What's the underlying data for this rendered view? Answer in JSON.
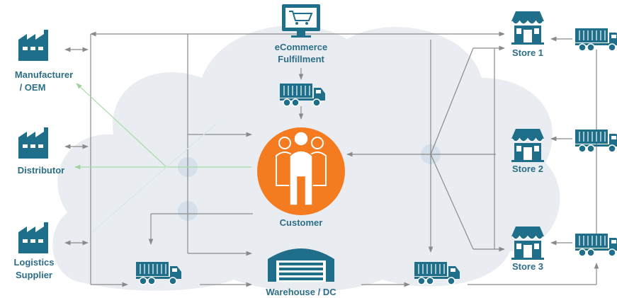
{
  "nodes": {
    "manufacturer": {
      "label_line1": "Manufacturer",
      "label_line2": "/ OEM"
    },
    "distributor": {
      "label": "Distributor"
    },
    "logistics": {
      "label_line1": "Logistics",
      "label_line2": "Supplier"
    },
    "ecommerce": {
      "label_line1": "eCommerce",
      "label_line2": "Fulfillment"
    },
    "customer": {
      "label": "Customer"
    },
    "warehouse": {
      "label": "Warehouse / DC"
    },
    "store1": {
      "label": "Store 1"
    },
    "store2": {
      "label": "Store 2"
    },
    "store3": {
      "label": "Store 3"
    }
  },
  "colors": {
    "icon_teal": "#1f6f8b",
    "label_teal": "#2d6e86",
    "customer_orange": "#f47b20",
    "flow_gray": "#8a8a8a",
    "info_green": "#a8dca8",
    "cloud": "#e9edf1"
  },
  "icons": [
    "factory-icon",
    "shopping-cart-monitor-icon",
    "truck-icon",
    "customers-group-icon",
    "warehouse-icon",
    "store-icon"
  ]
}
